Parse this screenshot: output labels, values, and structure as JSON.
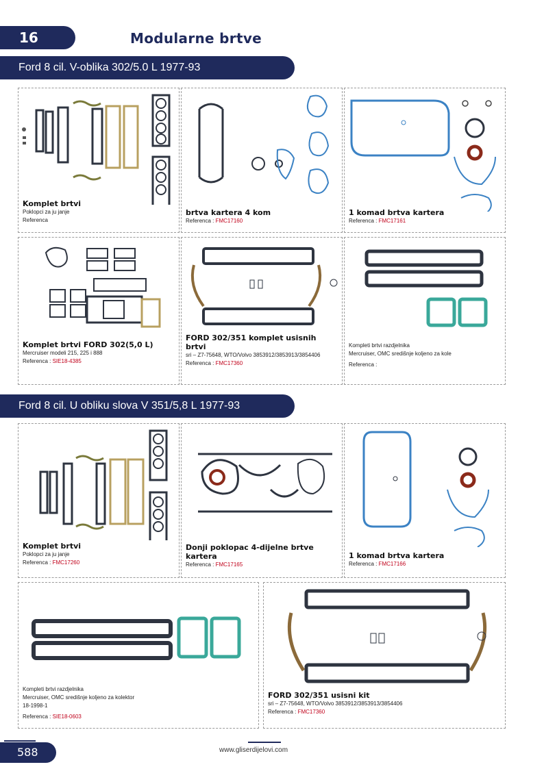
{
  "header": {
    "page_number": "16",
    "title": "Modularne brtve"
  },
  "sections": [
    {
      "title": "Ford 8 cil. V-oblika 302/5.0 L 1977-93"
    },
    {
      "title": "Ford 8 cil. U obliku slova V 351/5,8 L 1977-93"
    }
  ],
  "products": [
    {
      "title": "Komplet brtvi",
      "line1": "Poklopci za ju janje",
      "ref_label": "Referenca",
      "ref_code": ""
    },
    {
      "title": "brtva kartera 4 kom",
      "line1": "",
      "ref_label": "Referenca :",
      "ref_code": "FMC17160"
    },
    {
      "title": "1 komad brtva kartera",
      "line1": "",
      "ref_label": "Referenca :",
      "ref_code": "FMC17161"
    },
    {
      "title": "Komplet brtvi FORD 302(5,0 L)",
      "line1": "Mercruiser modeli 215, 225 i 888",
      "ref_label": "Referenca :",
      "ref_code": "SIE18-4385"
    },
    {
      "title": "FORD 302/351 komplet usisnih brtvi",
      "line1": "sri – Z7-75648, WTO/Volvo 3853912/3853913/3854406",
      "ref_label": "Referenca :",
      "ref_code": "FMC17360"
    },
    {
      "title": "",
      "line1": "Kompleti brtvi razdjelnika",
      "line2": "Mercruiser, OMC središnje koljeno za kole",
      "ref_label": "Referenca :",
      "ref_code": ""
    },
    {
      "title": "Komplet brtvi",
      "line1": "Poklopci za ju janje",
      "ref_label": "Referenca :",
      "ref_code": "FMC17260"
    },
    {
      "title": "Donji poklopac 4-dijelne brtve kartera",
      "line1": "",
      "ref_label": "Referenca :",
      "ref_code": "FMC17165"
    },
    {
      "title": "1 komad brtva kartera",
      "line1": "",
      "ref_label": "Referenca :",
      "ref_code": "FMC17166"
    },
    {
      "title": "",
      "line1": "Kompleti brtvi razdjelnika",
      "line2": "Mercruiser, OMC središnje koljeno za kolektor 18-1998-1",
      "ref_label": "Referenca :",
      "ref_code": "SIE18-0603"
    },
    {
      "title": "FORD 302/351 usisni kit",
      "line1": "sri – Z7-75648, WTO/Volvo 3853912/3853913/3854406",
      "ref_label": "Referenca :",
      "ref_code": "FMC17360"
    }
  ],
  "footer": {
    "page": "588",
    "url": "www.gliserdijelovi.com"
  },
  "colors": {
    "navy": "#1f2a5c",
    "ref_red": "#c0001a",
    "gasket_dark": "#2e3440",
    "gasket_blue": "#3b82c4",
    "gasket_teal": "#3aa89a"
  }
}
